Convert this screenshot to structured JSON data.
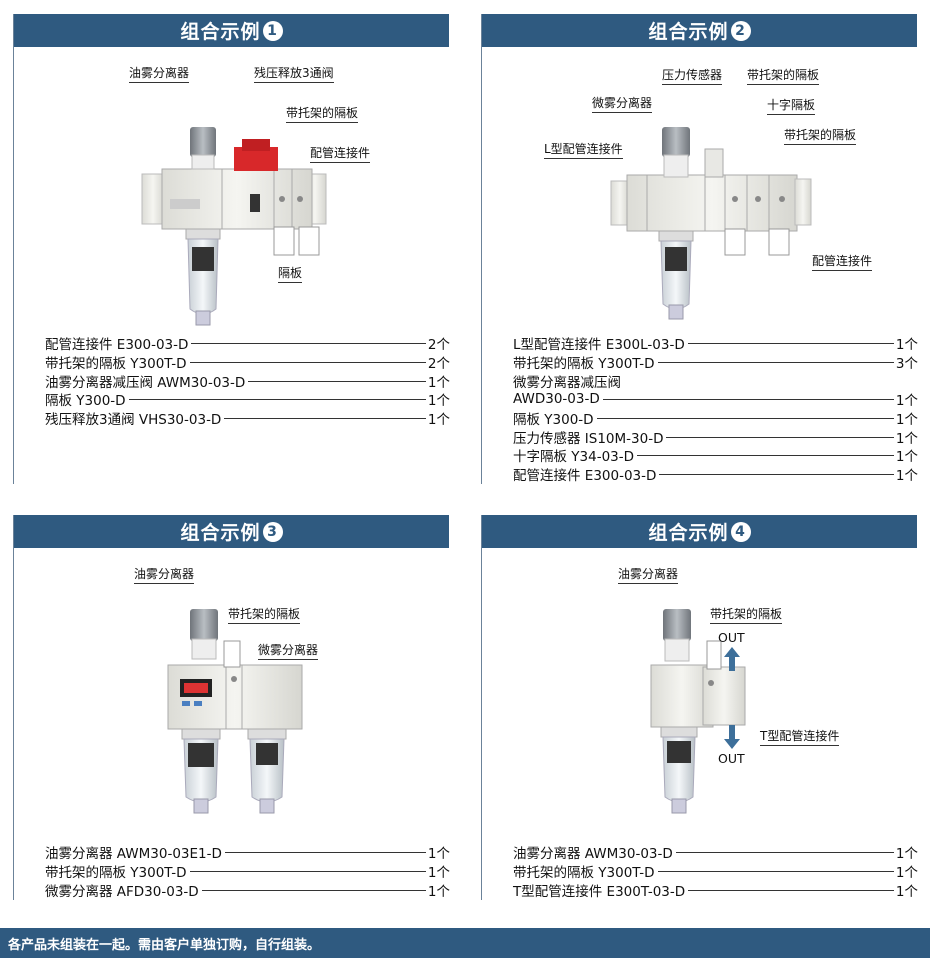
{
  "panels": [
    {
      "title": "组合示例",
      "num": "1",
      "callouts": [
        "油雾分离器",
        "残压释放3通阀",
        "带托架的隔板",
        "配管连接件",
        "隔板"
      ],
      "parts": [
        {
          "name": "配管连接件 E300-03-D",
          "qty": "2个"
        },
        {
          "name": "带托架的隔板 Y300T-D",
          "qty": "2个"
        },
        {
          "name": "油雾分离器减压阀 AWM30-03-D",
          "qty": "1个"
        },
        {
          "name": "隔板 Y300-D",
          "qty": "1个"
        },
        {
          "name": "残压释放3通阀 VHS30-03-D",
          "qty": "1个"
        }
      ]
    },
    {
      "title": "组合示例",
      "num": "2",
      "callouts": [
        "压力传感器",
        "带托架的隔板",
        "微雾分离器",
        "十字隔板",
        "L型配管连接件",
        "带托架的隔板",
        "配管连接件"
      ],
      "parts": [
        {
          "name": "L型配管连接件 E300L-03-D",
          "qty": "1个"
        },
        {
          "name": "带托架的隔板 Y300T-D",
          "qty": "3个"
        },
        {
          "name": "微雾分离器减压阀",
          "qty": ""
        },
        {
          "name": "AWD30-03-D",
          "qty": "1个"
        },
        {
          "name": "隔板 Y300-D",
          "qty": "1个"
        },
        {
          "name": "压力传感器 IS10M-30-D",
          "qty": "1个"
        },
        {
          "name": "十字隔板 Y34-03-D",
          "qty": "1个"
        },
        {
          "name": "配管连接件 E300-03-D",
          "qty": "1个"
        }
      ]
    },
    {
      "title": "组合示例",
      "num": "3",
      "callouts": [
        "油雾分离器",
        "带托架的隔板",
        "微雾分离器"
      ],
      "parts": [
        {
          "name": "油雾分离器 AWM30-03E1-D",
          "qty": "1个"
        },
        {
          "name": "带托架的隔板 Y300T-D",
          "qty": "1个"
        },
        {
          "name": "微雾分离器 AFD30-03-D",
          "qty": "1个"
        }
      ]
    },
    {
      "title": "组合示例",
      "num": "4",
      "callouts": [
        "油雾分离器",
        "带托架的隔板",
        "T型配管连接件"
      ],
      "out_labels": [
        "OUT",
        "OUT"
      ],
      "parts": [
        {
          "name": "油雾分离器 AWM30-03-D",
          "qty": "1个"
        },
        {
          "name": "带托架的隔板 Y300T-D",
          "qty": "1个"
        },
        {
          "name": "T型配管连接件 E300T-03-D",
          "qty": "1个"
        }
      ]
    }
  ],
  "footer": "各产品未组装在一起。需由客户单独订购，自行组装。",
  "colors": {
    "header": "#2f5a80",
    "valve_red": "#d8282a",
    "arrow_blue": "#3d6f9a"
  }
}
